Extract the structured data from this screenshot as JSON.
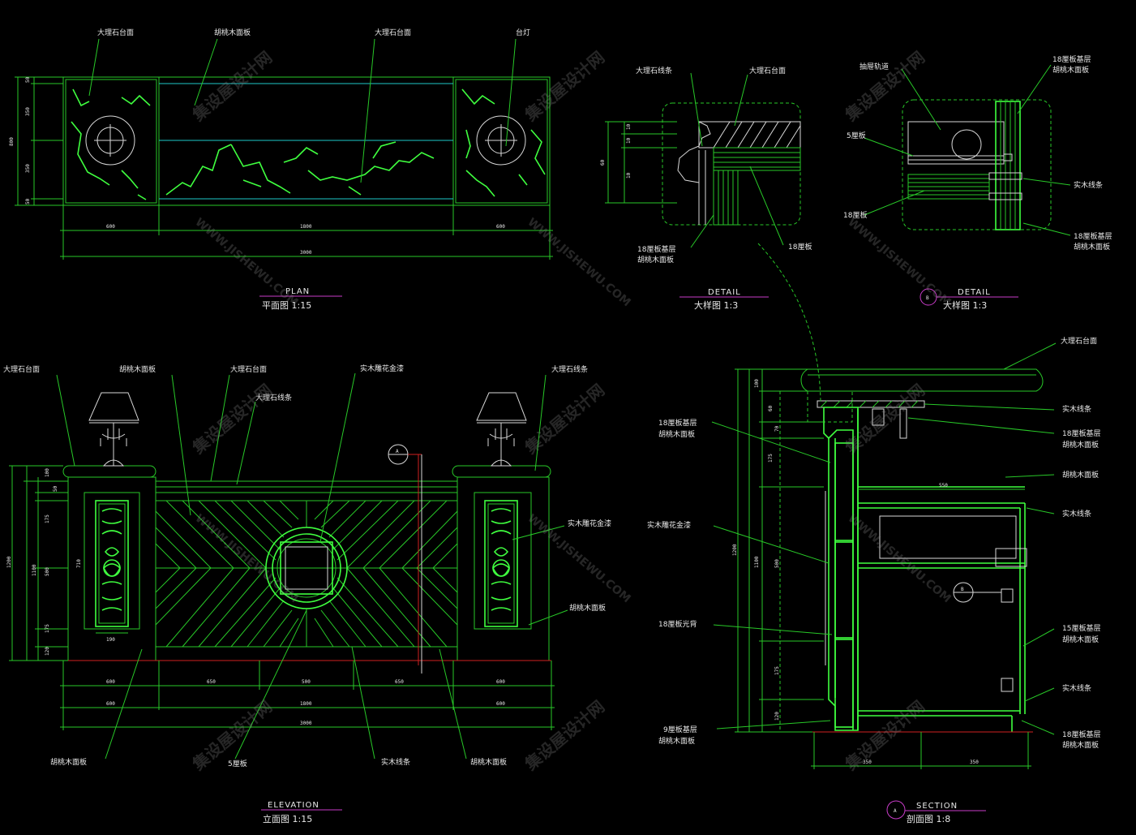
{
  "plan": {
    "title": "PLAN",
    "subtitle": "平面图 1:15",
    "labels": {
      "marble_top_left": "大理石台面",
      "walnut_panel": "胡桃木面板",
      "marble_top_mid": "大理石台面",
      "lamp": "台灯"
    },
    "dims_left": [
      "50",
      "350",
      "350",
      "50",
      "800"
    ],
    "dims_bottom": [
      "600",
      "1800",
      "600",
      "3000"
    ]
  },
  "detail1": {
    "title": "DETAIL",
    "subtitle": "大样图 1:3",
    "labels": {
      "marble_edge": "大理石线条",
      "marble_top": "大理石台面",
      "base": "18厘板基层",
      "walnut": "胡桃木面板",
      "board18": "18厘板"
    },
    "dims": [
      "10",
      "10",
      "60",
      "10"
    ]
  },
  "detail2": {
    "marker": "B",
    "title": "DETAIL",
    "subtitle": "大样图 1:3",
    "labels": {
      "drawer_rail": "抽屉轨道",
      "board5": "5厘板",
      "board18": "18厘板",
      "top_right_1": "18厘板基层",
      "top_right_2": "胡桃木面板",
      "solid_line": "实木线条",
      "bot_right_1": "18厘板基层",
      "bot_right_2": "胡桃木面板"
    }
  },
  "elevation": {
    "title": "ELEVATION",
    "subtitle": "立面图 1:15",
    "section_marker": "A",
    "labels": {
      "marble_top_l": "大理石台面",
      "walnut_panel": "胡桃木面板",
      "marble_top_c": "大理石台面",
      "marble_line": "大理石线条",
      "carving_top": "实木雕花金漆",
      "marble_line_r": "大理石线条",
      "carving_r": "实木雕花金漆",
      "walnut_r": "胡桃木面板",
      "walnut_bl": "胡桃木面板",
      "board5": "5厘板",
      "solid_line": "实木线条",
      "walnut_br": "胡桃木面板"
    },
    "dims_left": [
      "100",
      "50",
      "175",
      "500",
      "175",
      "120",
      "1100",
      "1200"
    ],
    "dims_panel": [
      "710",
      "190"
    ],
    "dims_bottom_1": [
      "600",
      "650",
      "500",
      "650",
      "600"
    ],
    "dims_bottom_2": [
      "600",
      "1800",
      "600"
    ],
    "dims_bottom_3": [
      "3000"
    ]
  },
  "section": {
    "marker": "A",
    "title": "SECTION",
    "subtitle": "剖面图 1:8",
    "detail_marker": "B",
    "labels": {
      "marble_top": "大理石台面",
      "solid_line_1": "实木线条",
      "base_l_1": "18厘板基层",
      "base_l_2": "胡桃木面板",
      "base_r_1": "18厘板基层",
      "base_r_2": "胡桃木面板",
      "walnut_mid": "胡桃木面板",
      "solid_line_2": "实木线条",
      "carving": "实木雕花金漆",
      "board18_light": "18厘板光背",
      "base15_1": "15厘板基层",
      "base15_2": "胡桃木面板",
      "solid_line_3": "实木线条",
      "board9_1": "9厘板基层",
      "board9_2": "胡桃木面板",
      "base_br_1": "18厘板基层",
      "base_br_2": "胡桃木面板"
    },
    "dims_left": [
      "100",
      "60",
      "70",
      "175",
      "500",
      "1100",
      "1200",
      "175",
      "120"
    ],
    "dims_inner": [
      "550"
    ],
    "dims_bottom": [
      "350",
      "350"
    ]
  },
  "watermark": {
    "cn": "集设屋设计网",
    "en": "WWW.JISHEWU.COM"
  },
  "colors": {
    "background": "#000000",
    "line": "#28c828",
    "bright": "#3fff3f",
    "cyan": "#1ec8c8",
    "magenta": "#c83cc8",
    "red": "#d02020",
    "text": "#e8e8e8"
  }
}
